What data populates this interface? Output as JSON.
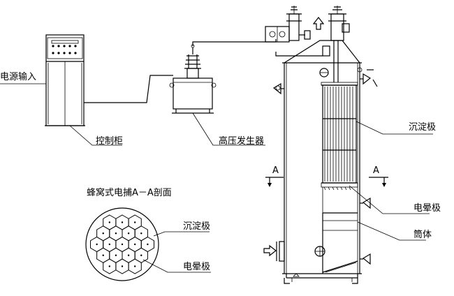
{
  "labels": {
    "power_input": "电源输入",
    "control_cabinet": "控制柜",
    "hv_generator": "高压发生器",
    "collecting_electrode": "沉淀极",
    "corona_electrode": "电晕极",
    "shell": "筒体",
    "section_left_mark": "A",
    "section_right_mark": "A",
    "section_title": "蜂窝式电捕A－A剖面",
    "section_collecting": "沉淀极",
    "section_corona": "电晕极"
  },
  "icons": {
    "inlet_arrow": "hollow-arrow-right",
    "outlet_arrow": "hollow-arrow-up"
  }
}
